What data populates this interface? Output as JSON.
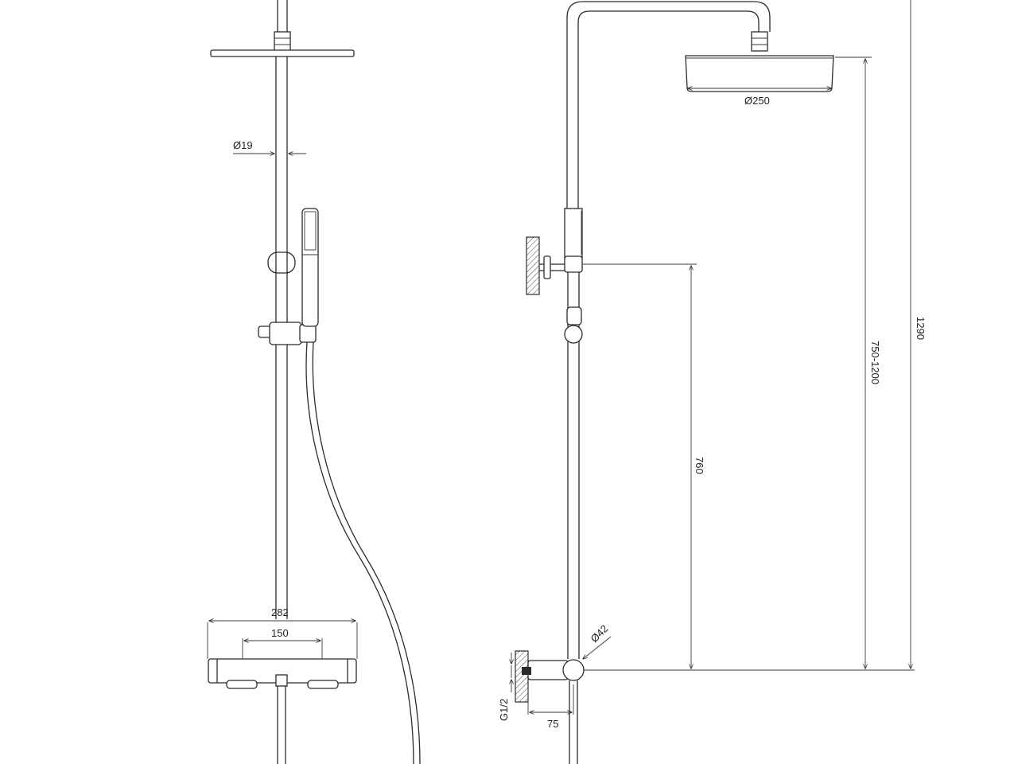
{
  "drawing": {
    "front_view": {
      "pipe_diameter": "Ø19",
      "mixer_width": "282",
      "inlet_spacing": "150"
    },
    "side_view": {
      "head_diameter": "Ø250",
      "total_height": "1290",
      "adjustable_height": "750-1200",
      "bracket_height": "760",
      "connector_diameter": "Ø42",
      "thread_size": "G1/2",
      "wall_offset": "75"
    }
  }
}
